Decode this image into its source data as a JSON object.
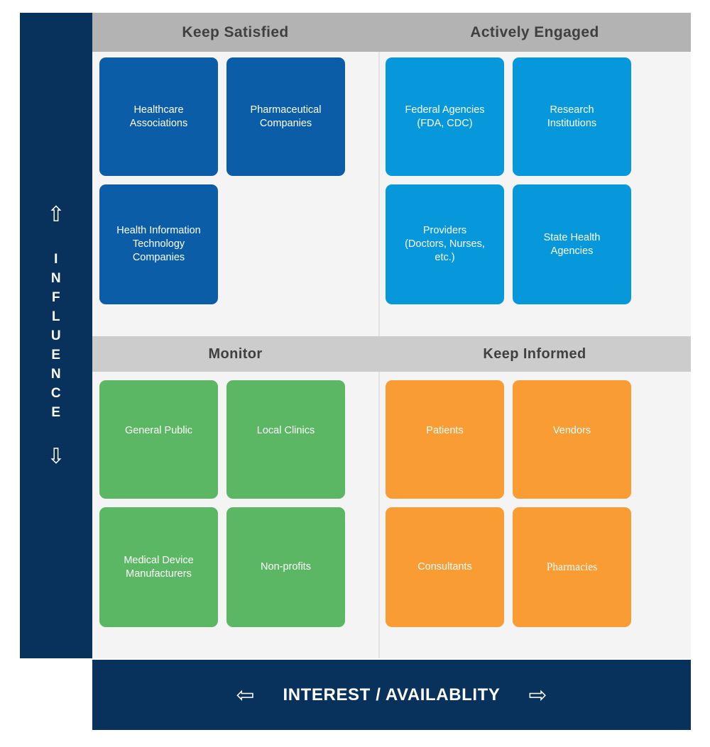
{
  "axes": {
    "vertical": {
      "label": "INFLUENCE",
      "letters": [
        "I",
        "N",
        "F",
        "L",
        "U",
        "E",
        "N",
        "C",
        "E"
      ],
      "arrow_up": "⇧",
      "arrow_down": "⇩",
      "color": "#08325c"
    },
    "horizontal": {
      "label": "INTEREST / AVAILABLITY",
      "arrow_left": "⇦",
      "arrow_right": "⇨",
      "color": "#08325c"
    }
  },
  "quadrants": {
    "top_left": {
      "title": "Keep Satisfied",
      "band_color": "#b3b3b3",
      "card_color": "#0a5da6",
      "cards": [
        {
          "label": "Healthcare\nAssociations"
        },
        {
          "label": "Pharmaceutical\nCompanies"
        },
        {
          "label": "Health Information\nTechnology\nCompanies"
        }
      ]
    },
    "top_right": {
      "title": "Actively Engaged",
      "band_color": "#b3b3b3",
      "card_color": "#0698da",
      "cards": [
        {
          "label": "Federal Agencies\n(FDA, CDC)"
        },
        {
          "label": "Research\nInstitutions"
        },
        {
          "label": "Providers\n(Doctors, Nurses,\netc.)"
        },
        {
          "label": "State Health\nAgencies"
        }
      ]
    },
    "bottom_left": {
      "title": "Monitor",
      "band_color": "#cccccc",
      "card_color": "#5cb764",
      "cards": [
        {
          "label": "General Public"
        },
        {
          "label": "Local Clinics"
        },
        {
          "label": "Medical Device\nManufacturers"
        },
        {
          "label": "Non-profits"
        }
      ]
    },
    "bottom_right": {
      "title": "Keep Informed",
      "band_color": "#cccccc",
      "card_color": "#f89c33",
      "cards": [
        {
          "label": "Patients"
        },
        {
          "label": "Vendors"
        },
        {
          "label": "Consultants"
        },
        {
          "label": "Pharmacies"
        }
      ]
    }
  }
}
